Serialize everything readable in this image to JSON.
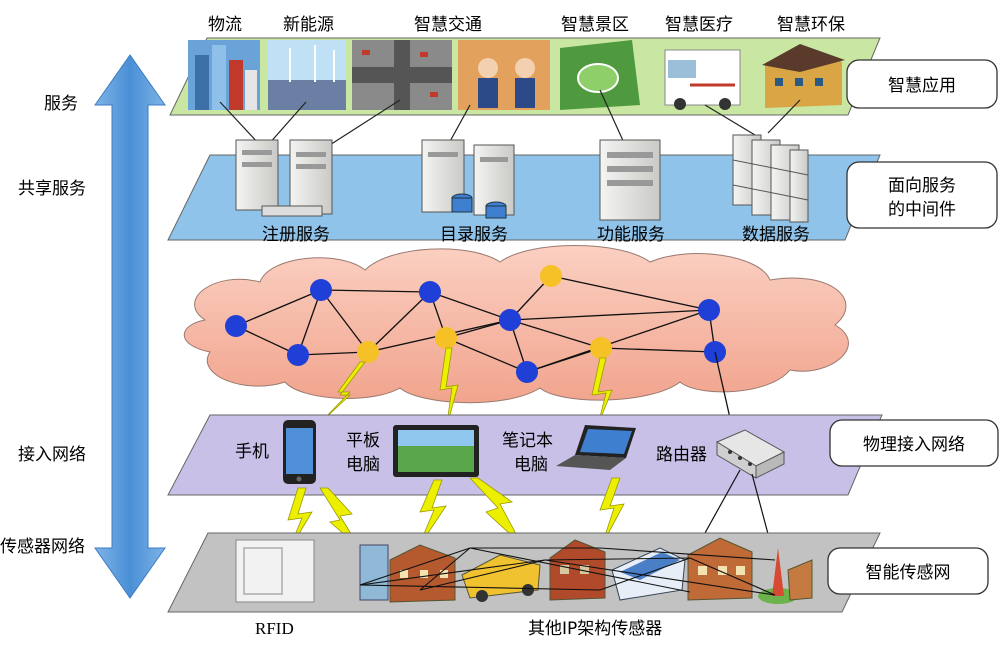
{
  "left_axis": {
    "labels": [
      "服务",
      "共享服务",
      "接入网络",
      "传感器网络"
    ]
  },
  "layers": {
    "app": {
      "tag": "智慧应用",
      "apps": [
        "物流",
        "新能源",
        "智慧交通",
        "智慧景区",
        "智慧医疗",
        "智慧环保"
      ]
    },
    "middleware": {
      "tag_lines": [
        "面向服务",
        "的中间件"
      ],
      "services": [
        "注册服务",
        "目录服务",
        "功能服务",
        "数据服务"
      ]
    },
    "access": {
      "tag": "物理接入网络",
      "devices": {
        "phone": "手机",
        "tablet_lines": [
          "平板",
          "电脑"
        ],
        "laptop_lines": [
          "笔记本",
          "电脑"
        ],
        "router": "路由器"
      }
    },
    "sensor": {
      "tag": "智能传感网",
      "rfid": "RFID",
      "other": "其他IP架构传感器"
    }
  },
  "colors": {
    "app_plane": "#c9e6a3",
    "middleware_plane": "#8fc3ea",
    "cloud": "#f6b7a4",
    "access_plane": "#c8c0e6",
    "sensor_plane": "#c2c2c2",
    "axis_arrow": "#5b9bd5",
    "node_blue": "#1f3fd6",
    "node_yellow": "#f6c126",
    "lightning": "#ecf000"
  },
  "icons": {
    "servers": "server-icon",
    "phone": "smartphone-icon",
    "tablet": "tablet-icon",
    "laptop": "laptop-icon",
    "router": "router-icon"
  }
}
